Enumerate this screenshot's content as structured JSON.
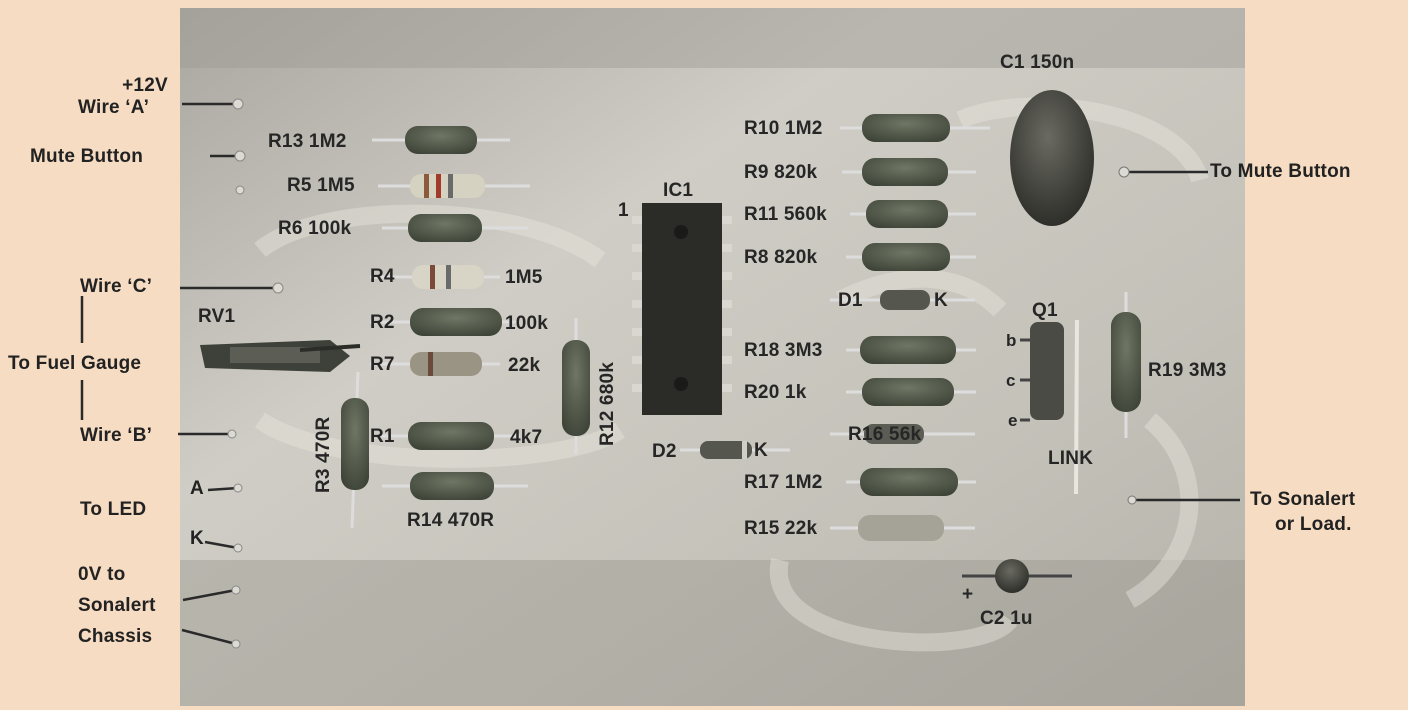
{
  "left_labels": {
    "plus12v": "+12V",
    "wire_a": "Wire ‘A’",
    "mute_button": "Mute Button",
    "wire_c": "Wire ‘C’",
    "to_fuel_gauge": "To Fuel Gauge",
    "wire_b": "Wire ‘B’",
    "to_led": "To LED",
    "led_a": "A",
    "led_k": "K",
    "zero_v_to": "0V to",
    "sonalert": "Sonalert",
    "chassis": "Chassis"
  },
  "right_labels": {
    "to_mute_button": "To Mute Button",
    "to_sonalert": "To Sonalert",
    "or_load": "or Load."
  },
  "components": {
    "rv1": "RV1",
    "r13": "R13 1M2",
    "r5": "R5 1M5",
    "r6": "R6 100k",
    "r4": "R4",
    "r4_val": "1M5",
    "r2": "R2",
    "r2_val": "100k",
    "r7": "R7",
    "r7_val": "22k",
    "r1": "R1",
    "r1_val": "4k7",
    "r14": "R14 470R",
    "r3": "R3 470R",
    "r12": "R12 680k",
    "ic1": "IC1",
    "ic1_pin1": "1",
    "d2": "D2",
    "d2_k": "K",
    "r10": "R10 1M2",
    "r9": "R9 820k",
    "r11": "R11 560k",
    "r8": "R8 820k",
    "d1": "D1",
    "d1_k": "K",
    "r18": "R18 3M3",
    "r20": "R20 1k",
    "r16": "R16 56k",
    "r17": "R17 1M2",
    "r15": "R15 22k",
    "c1": "C1 150n",
    "c2": "C2 1u",
    "c2_plus": "+",
    "q1": "Q1",
    "q1_b": "b",
    "q1_c": "c",
    "q1_e": "e",
    "r19": "R19 3M3",
    "link": "LINK"
  },
  "colors": {
    "page_background": "#f6dcc2",
    "board": "#c7c5bc",
    "board_dark": "#aaa89f",
    "resistor_body": "#4c5344",
    "label_text": "#222222"
  }
}
